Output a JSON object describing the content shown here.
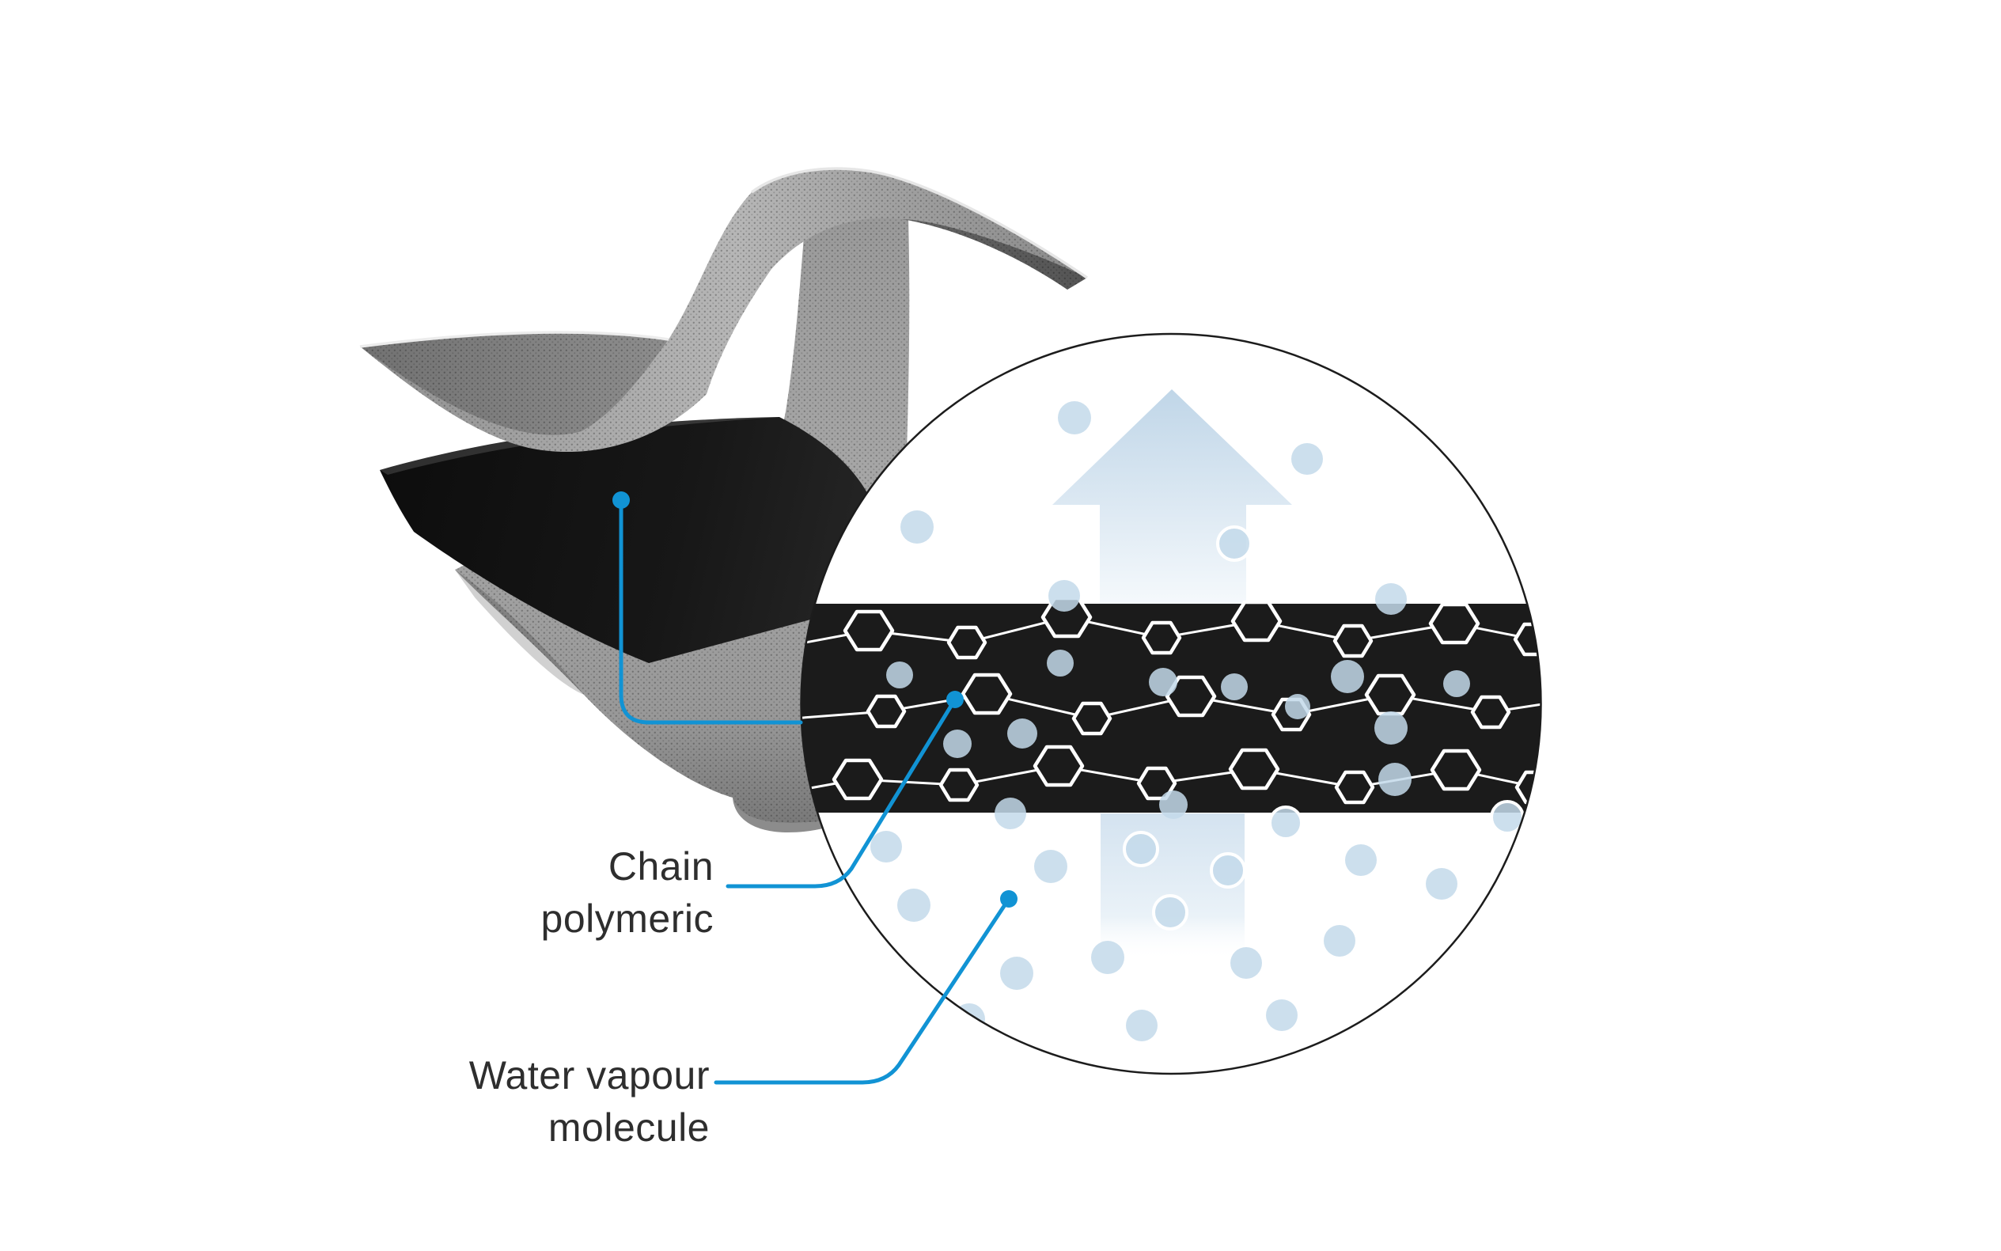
{
  "page": {
    "background_color": "#ffffff",
    "description_labels": {
      "chain_polymeric": {
        "line1": "Chain",
        "line2": "polymeric"
      },
      "water_vapour_molecule": {
        "line1": "Water vapour",
        "line2": "molecule"
      }
    },
    "diagram": {
      "kind": "breathable-membrane-illustration",
      "fabric_stack_layers": [
        "grey-textile-top",
        "black-membrane",
        "grey-textile-bottom"
      ],
      "magnifier": {
        "shows": "black membrane band with polymeric hexagon chains and water vapour molecules passing through",
        "polymer_chain_rows": 3,
        "vapour_arrows": 2,
        "water_molecules_visible": 37
      },
      "colors": {
        "leader_blue": "#1193d4",
        "membrane_black": "#1b1b1b",
        "molecule_blue": "#c3d9ea",
        "molecule_on_black": "#9fb0bb",
        "arrow_blue": "#c0d6e8",
        "fabric_grey": "#a9a9a9",
        "text": "#2e2e2e",
        "circle_outline": "#1c1c1c"
      },
      "icons": [
        "up-arrow-icon",
        "hexagon-polymer-icon",
        "water-molecule-icon",
        "leader-dot-icon"
      ]
    }
  }
}
